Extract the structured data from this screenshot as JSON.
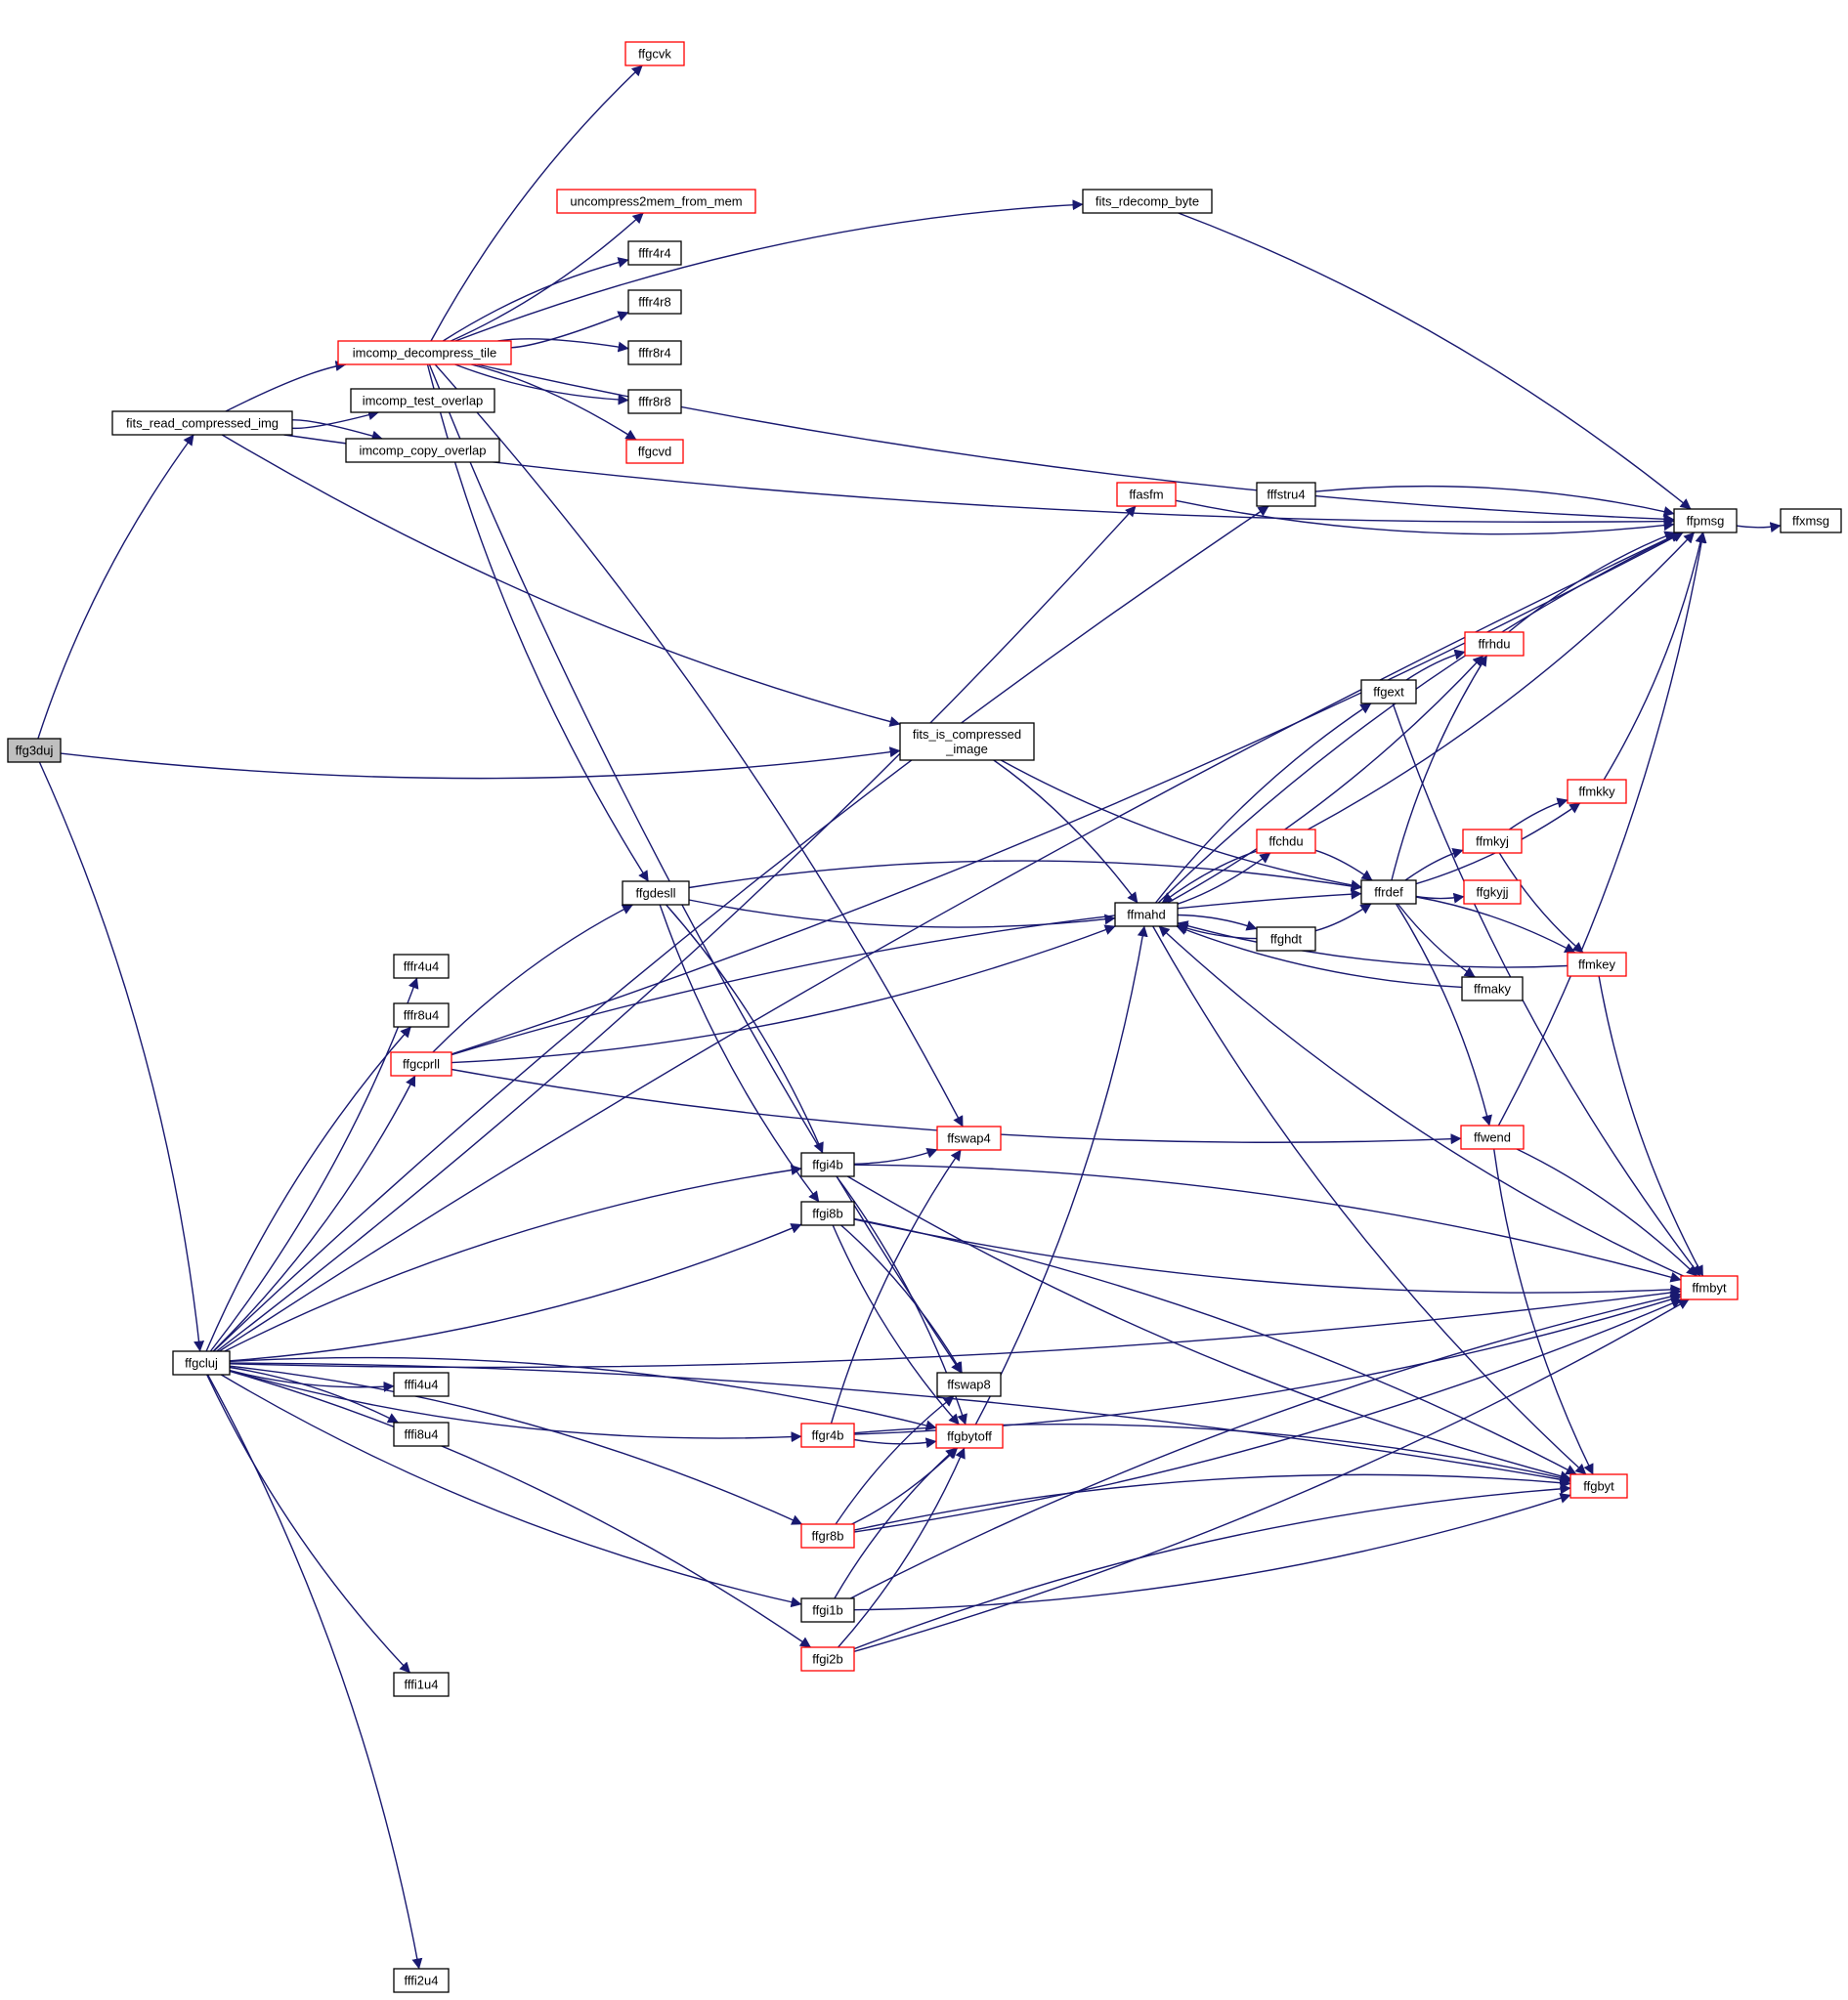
{
  "graph": {
    "nodes": [
      {
        "id": "ffg3duj",
        "label": "ffg3duj",
        "kind": "root"
      },
      {
        "id": "fits_read_compressed_img",
        "label": "fits_read_compressed_img",
        "kind": "normal"
      },
      {
        "id": "ffgcluj",
        "label": "ffgcluj",
        "kind": "normal"
      },
      {
        "id": "ffgcvk",
        "label": "ffgcvk",
        "kind": "truncated"
      },
      {
        "id": "uncompress2mem_from_mem",
        "label": "uncompress2mem_from_mem",
        "kind": "truncated"
      },
      {
        "id": "fffr4r4",
        "label": "fffr4r4",
        "kind": "normal"
      },
      {
        "id": "fffr4r8",
        "label": "fffr4r8",
        "kind": "normal"
      },
      {
        "id": "imcomp_decompress_tile",
        "label": "imcomp_decompress_tile",
        "kind": "truncated"
      },
      {
        "id": "fffr8r4",
        "label": "fffr8r4",
        "kind": "normal"
      },
      {
        "id": "imcomp_test_overlap",
        "label": "imcomp_test_overlap",
        "kind": "normal"
      },
      {
        "id": "fffr8r8",
        "label": "fffr8r8",
        "kind": "normal"
      },
      {
        "id": "imcomp_copy_overlap",
        "label": "imcomp_copy_overlap",
        "kind": "normal"
      },
      {
        "id": "ffgcvd",
        "label": "ffgcvd",
        "kind": "truncated"
      },
      {
        "id": "fits_rdecomp_byte",
        "label": "fits_rdecomp_byte",
        "kind": "normal"
      },
      {
        "id": "ffasfm",
        "label": "ffasfm",
        "kind": "truncated"
      },
      {
        "id": "fffstru4",
        "label": "fffstru4",
        "kind": "normal"
      },
      {
        "id": "ffpmsg",
        "label": "ffpmsg",
        "kind": "normal"
      },
      {
        "id": "ffxmsg",
        "label": "ffxmsg",
        "kind": "normal"
      },
      {
        "id": "ffrhdu",
        "label": "ffrhdu",
        "kind": "truncated"
      },
      {
        "id": "ffgext",
        "label": "ffgext",
        "kind": "normal"
      },
      {
        "id": "fits_is_compressed_image",
        "label": "fits_is_compressed _image",
        "kind": "normal"
      },
      {
        "id": "ffmkky",
        "label": "ffmkky",
        "kind": "truncated"
      },
      {
        "id": "ffchdu",
        "label": "ffchdu",
        "kind": "truncated"
      },
      {
        "id": "ffmkyj",
        "label": "ffmkyj",
        "kind": "truncated"
      },
      {
        "id": "ffgdesll",
        "label": "ffgdesll",
        "kind": "normal"
      },
      {
        "id": "ffrdef",
        "label": "ffrdef",
        "kind": "normal"
      },
      {
        "id": "ffgkyjj",
        "label": "ffgkyjj",
        "kind": "truncated"
      },
      {
        "id": "ffmahd",
        "label": "ffmahd",
        "kind": "normal"
      },
      {
        "id": "ffghdt",
        "label": "ffghdt",
        "kind": "normal"
      },
      {
        "id": "ffmkey",
        "label": "ffmkey",
        "kind": "truncated"
      },
      {
        "id": "fffr4u4",
        "label": "fffr4u4",
        "kind": "normal"
      },
      {
        "id": "ffmaky",
        "label": "ffmaky",
        "kind": "normal"
      },
      {
        "id": "fffr8u4",
        "label": "fffr8u4",
        "kind": "normal"
      },
      {
        "id": "ffgcprll",
        "label": "ffgcprll",
        "kind": "truncated"
      },
      {
        "id": "ffwend",
        "label": "ffwend",
        "kind": "truncated"
      },
      {
        "id": "ffswap4",
        "label": "ffswap4",
        "kind": "truncated"
      },
      {
        "id": "ffgi4b",
        "label": "ffgi4b",
        "kind": "normal"
      },
      {
        "id": "ffgi8b",
        "label": "ffgi8b",
        "kind": "normal"
      },
      {
        "id": "ffmbyt",
        "label": "ffmbyt",
        "kind": "truncated"
      },
      {
        "id": "fffi4u4",
        "label": "fffi4u4",
        "kind": "normal"
      },
      {
        "id": "ffswap8",
        "label": "ffswap8",
        "kind": "normal"
      },
      {
        "id": "fffi8u4",
        "label": "fffi8u4",
        "kind": "normal"
      },
      {
        "id": "ffgr4b",
        "label": "ffgr4b",
        "kind": "truncated"
      },
      {
        "id": "ffgbytoff",
        "label": "ffgbytoff",
        "kind": "truncated"
      },
      {
        "id": "ffgbyt",
        "label": "ffgbyt",
        "kind": "truncated"
      },
      {
        "id": "ffgr8b",
        "label": "ffgr8b",
        "kind": "truncated"
      },
      {
        "id": "ffgi1b",
        "label": "ffgi1b",
        "kind": "normal"
      },
      {
        "id": "ffgi2b",
        "label": "ffgi2b",
        "kind": "truncated"
      },
      {
        "id": "fffi1u4",
        "label": "fffi1u4",
        "kind": "normal"
      },
      {
        "id": "fffi2u4",
        "label": "fffi2u4",
        "kind": "normal"
      }
    ],
    "edges": [
      [
        "ffg3duj",
        "fits_read_compressed_img"
      ],
      [
        "ffg3duj",
        "fits_is_compressed_image"
      ],
      [
        "ffg3duj",
        "ffgcluj"
      ],
      [
        "fits_read_compressed_img",
        "ffpmsg"
      ],
      [
        "fits_read_compressed_img",
        "imcomp_decompress_tile"
      ],
      [
        "fits_read_compressed_img",
        "imcomp_test_overlap"
      ],
      [
        "fits_read_compressed_img",
        "imcomp_copy_overlap"
      ],
      [
        "fits_read_compressed_img",
        "fits_is_compressed_image"
      ],
      [
        "imcomp_decompress_tile",
        "ffgcvk"
      ],
      [
        "imcomp_decompress_tile",
        "ffpmsg"
      ],
      [
        "imcomp_decompress_tile",
        "fits_rdecomp_byte"
      ],
      [
        "imcomp_decompress_tile",
        "uncompress2mem_from_mem"
      ],
      [
        "imcomp_decompress_tile",
        "fffr4r4"
      ],
      [
        "imcomp_decompress_tile",
        "fffr4r8"
      ],
      [
        "imcomp_decompress_tile",
        "fffr8r4"
      ],
      [
        "imcomp_decompress_tile",
        "fffr8r8"
      ],
      [
        "imcomp_decompress_tile",
        "ffgcvd"
      ],
      [
        "imcomp_decompress_tile",
        "ffgdesll"
      ],
      [
        "imcomp_decompress_tile",
        "ffswap4"
      ],
      [
        "imcomp_decompress_tile",
        "ffswap8"
      ],
      [
        "fits_rdecomp_byte",
        "ffpmsg"
      ],
      [
        "ffasfm",
        "ffpmsg"
      ],
      [
        "fffstru4",
        "ffpmsg"
      ],
      [
        "ffpmsg",
        "ffxmsg"
      ],
      [
        "ffgcluj",
        "ffpmsg"
      ],
      [
        "ffgcluj",
        "ffasfm"
      ],
      [
        "ffgcluj",
        "fffstru4"
      ],
      [
        "ffgcluj",
        "fffr4u4"
      ],
      [
        "ffgcluj",
        "fffr8u4"
      ],
      [
        "ffgcluj",
        "ffgcprll"
      ],
      [
        "ffgcluj",
        "ffgi4b"
      ],
      [
        "ffgcluj",
        "ffgi8b"
      ],
      [
        "ffgcluj",
        "ffgbytoff"
      ],
      [
        "ffgcluj",
        "fffi4u4"
      ],
      [
        "ffgcluj",
        "fffi8u4"
      ],
      [
        "ffgcluj",
        "ffgr4b"
      ],
      [
        "ffgcluj",
        "ffgr8b"
      ],
      [
        "ffgcluj",
        "ffgi1b"
      ],
      [
        "ffgcluj",
        "ffgi2b"
      ],
      [
        "ffgcluj",
        "fffi1u4"
      ],
      [
        "ffgcluj",
        "ffgbyt"
      ],
      [
        "ffgcluj",
        "ffmbyt"
      ],
      [
        "ffgcluj",
        "fffi2u4"
      ],
      [
        "fits_is_compressed_image",
        "ffrdef"
      ],
      [
        "fits_is_compressed_image",
        "ffmahd"
      ],
      [
        "ffgcprll",
        "ffpmsg"
      ],
      [
        "ffgcprll",
        "ffgdesll"
      ],
      [
        "ffgcprll",
        "ffmahd"
      ],
      [
        "ffgcprll",
        "ffrdef"
      ],
      [
        "ffgcprll",
        "ffwend"
      ],
      [
        "ffgdesll",
        "ffrdef"
      ],
      [
        "ffgdesll",
        "ffmahd"
      ],
      [
        "ffgdesll",
        "ffgi4b"
      ],
      [
        "ffgdesll",
        "ffgi8b"
      ],
      [
        "ffmahd",
        "ffpmsg"
      ],
      [
        "ffmahd",
        "ffrhdu"
      ],
      [
        "ffmahd",
        "ffgext"
      ],
      [
        "ffmahd",
        "ffchdu"
      ],
      [
        "ffmahd",
        "ffghdt"
      ],
      [
        "ffmahd",
        "ffgbyt"
      ],
      [
        "ffgext",
        "ffrhdu"
      ],
      [
        "ffgext",
        "ffmbyt"
      ],
      [
        "ffrhdu",
        "ffpmsg"
      ],
      [
        "ffchdu",
        "ffmahd"
      ],
      [
        "ffchdu",
        "ffrdef"
      ],
      [
        "ffchdu",
        "ffpmsg"
      ],
      [
        "ffghdt",
        "ffmahd"
      ],
      [
        "ffghdt",
        "ffrdef"
      ],
      [
        "ffrdef",
        "ffrhdu"
      ],
      [
        "ffrdef",
        "ffmkky"
      ],
      [
        "ffrdef",
        "ffmkyj"
      ],
      [
        "ffrdef",
        "ffgkyjj"
      ],
      [
        "ffrdef",
        "ffmkey"
      ],
      [
        "ffrdef",
        "ffmaky"
      ],
      [
        "ffrdef",
        "ffwend"
      ],
      [
        "ffmkky",
        "ffpmsg"
      ],
      [
        "ffmkyj",
        "ffmkky"
      ],
      [
        "ffmkyj",
        "ffmkey"
      ],
      [
        "ffmkey",
        "ffmahd"
      ],
      [
        "ffmkey",
        "ffmbyt"
      ],
      [
        "ffmaky",
        "ffmahd"
      ],
      [
        "ffwend",
        "ffpmsg"
      ],
      [
        "ffwend",
        "ffmbyt"
      ],
      [
        "ffwend",
        "ffgbyt"
      ],
      [
        "ffmbyt",
        "ffmahd"
      ],
      [
        "ffgi4b",
        "ffswap4"
      ],
      [
        "ffgi4b",
        "ffmbyt"
      ],
      [
        "ffgi4b",
        "ffgbyt"
      ],
      [
        "ffgi4b",
        "ffgbytoff"
      ],
      [
        "ffgi8b",
        "ffmbyt"
      ],
      [
        "ffgi8b",
        "ffgbyt"
      ],
      [
        "ffgi8b",
        "ffgbytoff"
      ],
      [
        "ffgi8b",
        "ffswap8"
      ],
      [
        "ffgbytoff",
        "ffmahd"
      ],
      [
        "ffgr4b",
        "ffswap4"
      ],
      [
        "ffgr4b",
        "ffgbytoff"
      ],
      [
        "ffgr4b",
        "ffgbyt"
      ],
      [
        "ffgr4b",
        "ffmbyt"
      ],
      [
        "ffgr8b",
        "ffswap8"
      ],
      [
        "ffgr8b",
        "ffgbytoff"
      ],
      [
        "ffgr8b",
        "ffgbyt"
      ],
      [
        "ffgr8b",
        "ffmbyt"
      ],
      [
        "ffgi1b",
        "ffgbytoff"
      ],
      [
        "ffgi1b",
        "ffgbyt"
      ],
      [
        "ffgi1b",
        "ffmbyt"
      ],
      [
        "ffgi2b",
        "ffgbytoff"
      ],
      [
        "ffgi2b",
        "ffgbyt"
      ],
      [
        "ffgi2b",
        "ffmbyt"
      ]
    ]
  }
}
